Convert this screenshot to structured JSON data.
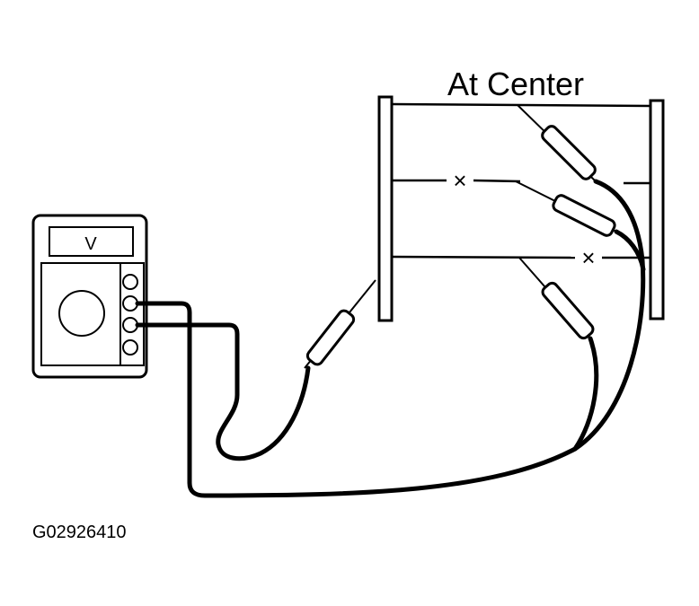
{
  "title": "At Center",
  "meter_label": "V",
  "figure_code": "G02926410",
  "break_mark": "×"
}
